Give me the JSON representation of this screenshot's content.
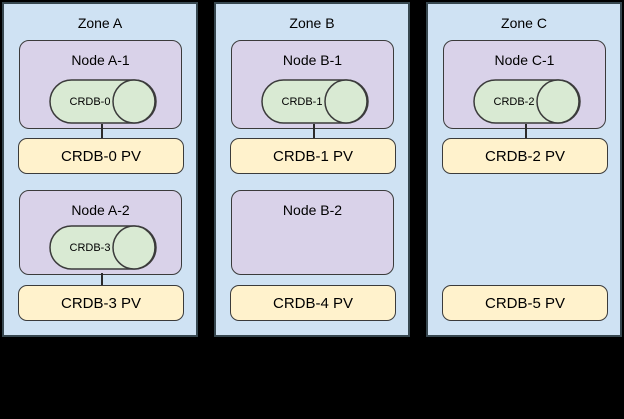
{
  "diagram": {
    "description": "CockroachDB pods, nodes and persistent volumes across availability zones",
    "colors": {
      "background": "#000000",
      "zone_fill": "#cfe2f3",
      "zone_border": "#37474f",
      "node_fill": "#d9d2e9",
      "pod_fill": "#d9ead3",
      "pv_fill": "#fff2cc",
      "shape_border": "#3b3b3b",
      "text": "#000000"
    },
    "zones": [
      {
        "label": "Zone A",
        "nodes": [
          {
            "label": "Node A-1",
            "pod": "CRDB-0"
          },
          {
            "label": "Node A-2",
            "pod": "CRDB-3"
          }
        ],
        "pvs": [
          {
            "label": "CRDB-0 PV",
            "attached": true
          },
          {
            "label": "CRDB-3 PV",
            "attached": true
          }
        ]
      },
      {
        "label": "Zone B",
        "nodes": [
          {
            "label": "Node B-1",
            "pod": "CRDB-1"
          },
          {
            "label": "Node B-2",
            "pod": null
          }
        ],
        "pvs": [
          {
            "label": "CRDB-1 PV",
            "attached": true
          },
          {
            "label": "CRDB-4 PV",
            "attached": false
          }
        ]
      },
      {
        "label": "Zone C",
        "nodes": [
          {
            "label": "Node C-1",
            "pod": "CRDB-2"
          }
        ],
        "pvs": [
          {
            "label": "CRDB-2 PV",
            "attached": true
          },
          {
            "label": "CRDB-5 PV",
            "attached": false
          }
        ]
      }
    ]
  }
}
